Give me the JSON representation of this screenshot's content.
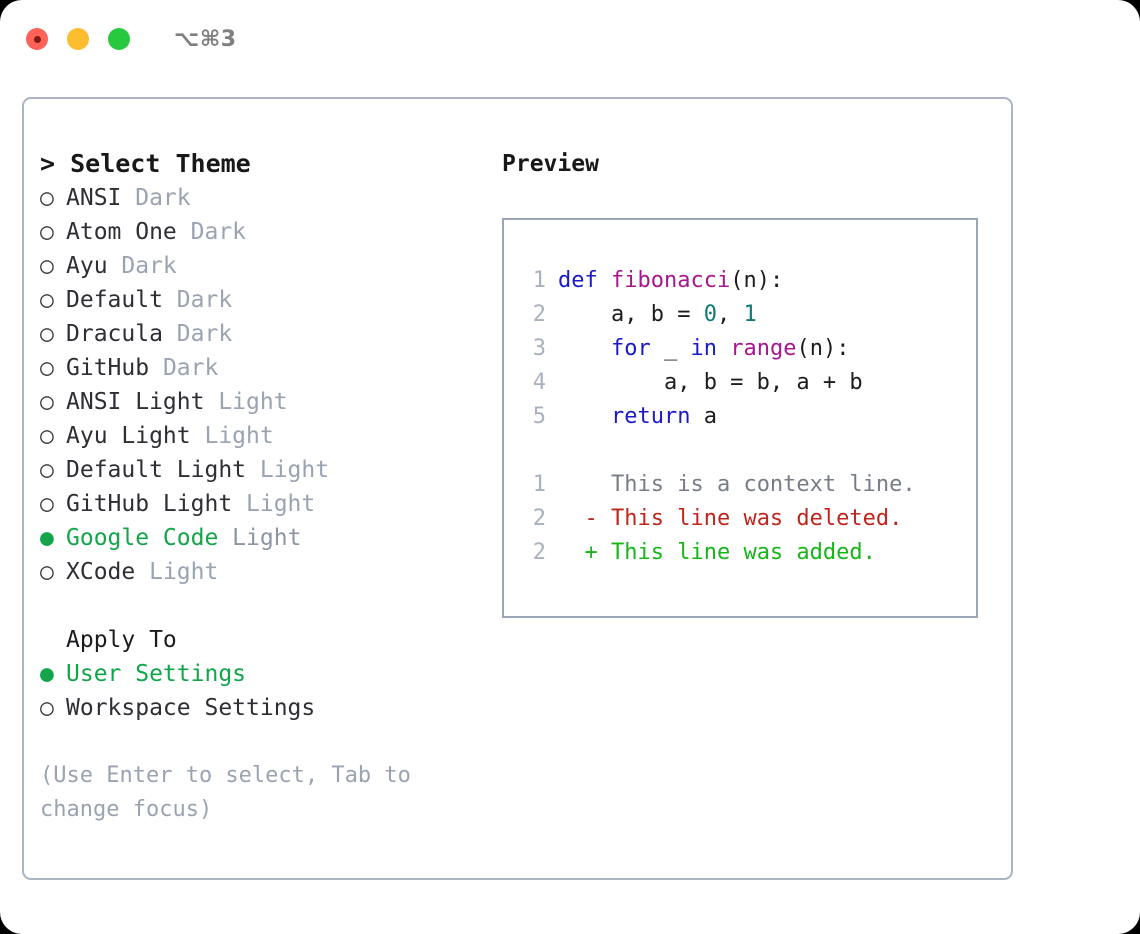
{
  "titlebar": {
    "shortcut": "⌥⌘3",
    "buttons": [
      "close",
      "minimize",
      "maximize"
    ]
  },
  "left_panel": {
    "heading": "> Select Theme",
    "themes": [
      {
        "bullet": "○",
        "name": "ANSI",
        "tag": "Dark",
        "selected": false
      },
      {
        "bullet": "○",
        "name": "Atom One",
        "tag": "Dark",
        "selected": false
      },
      {
        "bullet": "○",
        "name": "Ayu",
        "tag": "Dark",
        "selected": false
      },
      {
        "bullet": "○",
        "name": "Default",
        "tag": "Dark",
        "selected": false
      },
      {
        "bullet": "○",
        "name": "Dracula",
        "tag": "Dark",
        "selected": false
      },
      {
        "bullet": "○",
        "name": "GitHub",
        "tag": "Dark",
        "selected": false
      },
      {
        "bullet": "○",
        "name": "ANSI Light",
        "tag": "Light",
        "selected": false
      },
      {
        "bullet": "○",
        "name": "Ayu Light",
        "tag": "Light",
        "selected": false
      },
      {
        "bullet": "○",
        "name": "Default Light",
        "tag": "Light",
        "selected": false
      },
      {
        "bullet": "○",
        "name": "GitHub Light",
        "tag": "Light",
        "selected": false
      },
      {
        "bullet": "●",
        "name": "Google Code",
        "tag": "Light",
        "selected": true
      },
      {
        "bullet": "○",
        "name": "XCode",
        "tag": "Light",
        "selected": false
      }
    ],
    "apply_to": {
      "heading": "Apply To",
      "options": [
        {
          "bullet": "●",
          "name": "User Settings",
          "selected": true
        },
        {
          "bullet": "○",
          "name": "Workspace Settings",
          "selected": false
        }
      ]
    },
    "hint": "(Use Enter to select, Tab to change focus)"
  },
  "right_panel": {
    "title": "Preview",
    "code": [
      {
        "ln": "1",
        "tokens": [
          {
            "t": "def ",
            "c": "kw"
          },
          {
            "t": "fibonacci",
            "c": "fn"
          },
          {
            "t": "(n):",
            "c": "pl"
          }
        ]
      },
      {
        "ln": "2",
        "tokens": [
          {
            "t": "    a, b = ",
            "c": "pl"
          },
          {
            "t": "0",
            "c": "num"
          },
          {
            "t": ", ",
            "c": "pl"
          },
          {
            "t": "1",
            "c": "num"
          }
        ]
      },
      {
        "ln": "3",
        "tokens": [
          {
            "t": "    ",
            "c": "pl"
          },
          {
            "t": "for",
            "c": "kw"
          },
          {
            "t": " _ ",
            "c": "pl"
          },
          {
            "t": "in",
            "c": "kw"
          },
          {
            "t": " ",
            "c": "pl"
          },
          {
            "t": "range",
            "c": "fn"
          },
          {
            "t": "(n):",
            "c": "pl"
          }
        ]
      },
      {
        "ln": "4",
        "tokens": [
          {
            "t": "        a, b = b, a + b",
            "c": "pl"
          }
        ]
      },
      {
        "ln": "5",
        "tokens": [
          {
            "t": "    ",
            "c": "pl"
          },
          {
            "t": "return",
            "c": "kw"
          },
          {
            "t": " a",
            "c": "pl"
          }
        ]
      }
    ],
    "diff": [
      {
        "ln": "1",
        "marker": " ",
        "text": " This is a context line.",
        "kind": "ctx"
      },
      {
        "ln": "2",
        "marker": "-",
        "text": " This line was deleted.",
        "kind": "del"
      },
      {
        "ln": "2",
        "marker": "+",
        "text": " This line was added.",
        "kind": "add"
      }
    ]
  },
  "colors": {
    "accent_green": "#12a54a",
    "border": "#aab4c2",
    "preview_border": "#9aa6b6",
    "muted": "#9aa3b2",
    "keyword": "#1a1aca",
    "function": "#a6178f",
    "number": "#0f7a77",
    "diff_add": "#17b517",
    "diff_del": "#c0251c",
    "line_number": "#a8b1bf"
  }
}
